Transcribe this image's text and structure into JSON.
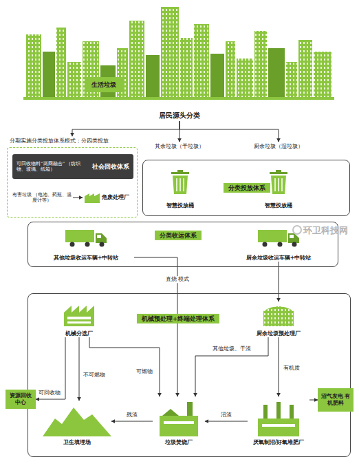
{
  "diagram": {
    "nodes": [
      {
        "text": [
          "生活垃圾"
        ]
      },
      {
        "text": [
          "居民源头分类"
        ]
      },
      {
        "text": [
          "分期实施分类投放体系模式：分四类投放"
        ]
      },
      {
        "text": [
          "可回收物料“两网融合” （纺织物、玻璃、纸箱）",
          "社会回收体系"
        ],
        "in": 2
      },
      {
        "text": [
          "有害垃圾 （电池、药瓶、温度计等）"
        ],
        "in": 2
      },
      {
        "text": [
          "危废处理厂"
        ],
        "in": 2
      },
      {
        "text": [
          "其余垃圾（干垃圾）"
        ]
      },
      {
        "text": [
          "厨余垃圾（湿垃圾）"
        ]
      },
      {
        "text": [
          "分类投放体系"
        ]
      },
      {
        "text": [
          "智慧投放桶"
        ],
        "in": 8
      },
      {
        "text": [
          "智慧投放桶"
        ],
        "in": 8
      },
      {
        "text": [
          "分类收运体系"
        ]
      },
      {
        "text": [
          "其他垃圾收运车辆+中转站"
        ],
        "in": 11
      },
      {
        "text": [
          "厨余垃圾收运车辆+中转站"
        ],
        "in": 11
      },
      {
        "text": [
          "机械预处理+终端处理体系"
        ]
      },
      {
        "text": [
          "机械分选厂"
        ],
        "in": 14
      },
      {
        "text": [
          "厨余垃圾预处理厂"
        ],
        "in": 14
      },
      {
        "text": [
          "资源回收中心"
        ],
        "in": 14
      },
      {
        "text": [
          "卫生填埋场"
        ],
        "in": 14
      },
      {
        "text": [
          "垃圾焚烧厂"
        ],
        "in": 14
      },
      {
        "text": [
          "厌氧制沼/好氧堆肥厂"
        ],
        "in": 14
      },
      {
        "text": [
          "沼气发电 有机肥料"
        ],
        "in": 14
      }
    ],
    "edges": [
      {
        "from": 1,
        "to": 2,
        "arrow": "to"
      },
      {
        "from": 1,
        "to": 6,
        "arrow": "to"
      },
      {
        "from": 1,
        "to": 7,
        "arrow": "to"
      },
      {
        "from": 4,
        "to": 5,
        "arrow": "to"
      },
      {
        "from": 12,
        "to": 19,
        "label": "直烧 模式",
        "arrow": "to"
      },
      {
        "from": 13,
        "to": 16,
        "arrow": "to"
      },
      {
        "from": 15,
        "to": 18,
        "label": "不可燃物",
        "arrow": "to"
      },
      {
        "from": 15,
        "to": 19,
        "label": "可燃物",
        "arrow": "to"
      },
      {
        "from": 16,
        "to": 19,
        "label": "其他垃圾、干渣",
        "arrow": "to"
      },
      {
        "from": 16,
        "to": 20,
        "label": "有机质",
        "arrow": "to"
      },
      {
        "from": 15,
        "to": 17,
        "label": "可回收物",
        "arrow": "to"
      },
      {
        "from": 19,
        "to": 18,
        "label": "残渣",
        "arrow": "to"
      },
      {
        "from": 20,
        "to": 19,
        "label": "沼渣",
        "arrow": "to"
      },
      {
        "from": 20,
        "to": 21,
        "arrow": "to"
      }
    ],
    "labels": [
      "环卫科技网"
    ]
  }
}
